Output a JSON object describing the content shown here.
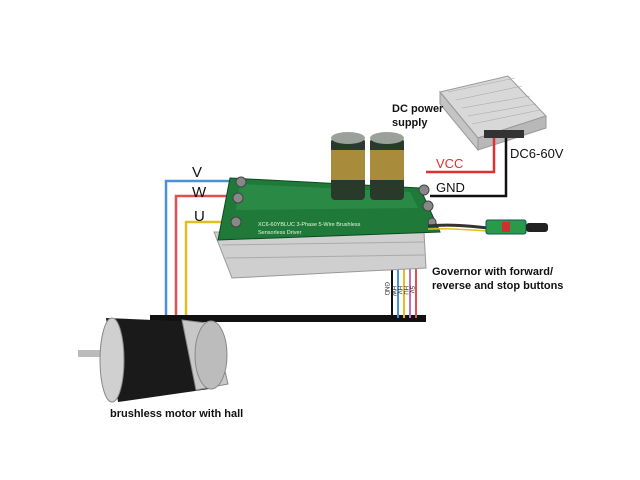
{
  "labels": {
    "phase_v": "V",
    "phase_w": "W",
    "phase_u": "U",
    "dc_power_line1": "DC power",
    "dc_power_line2": "supply",
    "vcc": "VCC",
    "gnd": "GND",
    "dc_range": "DC6-60V",
    "governor_line1": "Governor with forward/",
    "governor_line2": "reverse and stop buttons",
    "motor": "brushless motor with hall",
    "hall_gnd": "GND",
    "hall_hw": "HW",
    "hall_hv": "HV",
    "hall_hu": "HU",
    "hall_5v": "5V",
    "board_line1": "XC6-60YBLUC 3-Phase 5-Wire Brushless",
    "board_line2": "Sensorless Driver"
  },
  "colors": {
    "wire_v": "#4a90d9",
    "wire_w": "#e05050",
    "wire_u": "#e0c020",
    "vcc": "#e03030",
    "gnd": "#111111",
    "board": "#1f7a3a",
    "heatsink": "#c8c8c8"
  }
}
